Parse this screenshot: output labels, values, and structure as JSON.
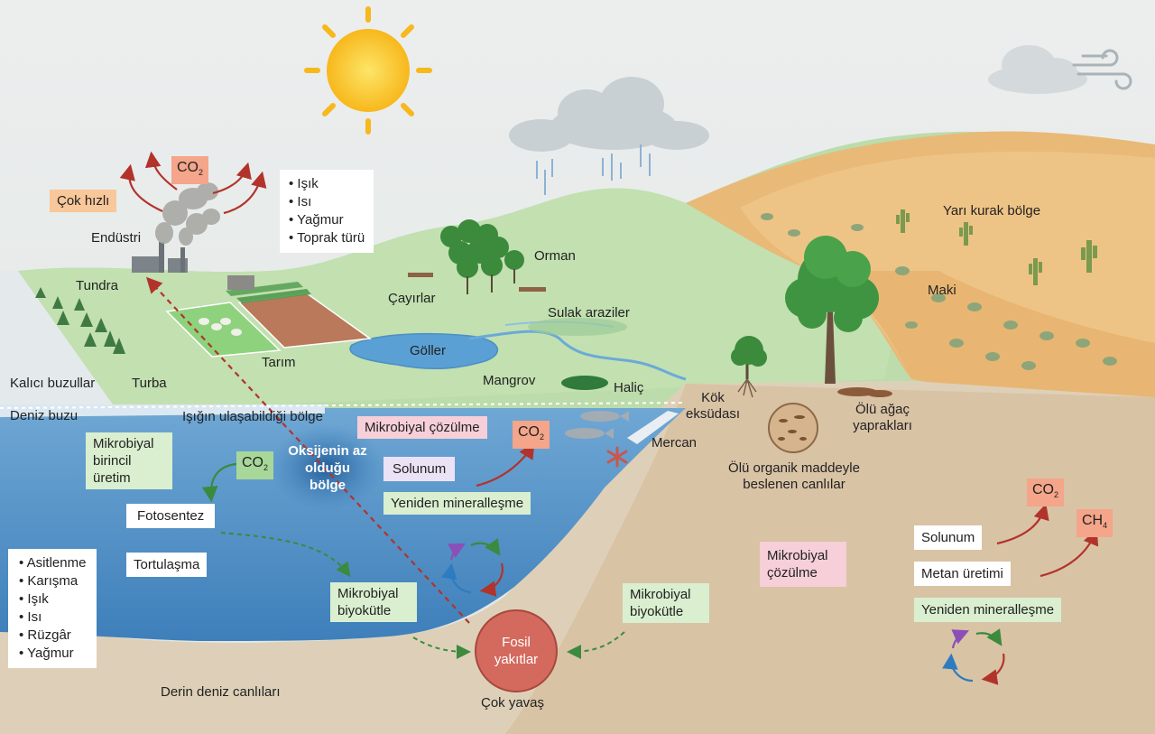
{
  "colors": {
    "sky": "#e6ebec",
    "land_green": "#b8d9a8",
    "semi_arid": "#e9b978",
    "ocean": "#4f8fc4",
    "seabed": "#d9c3a5",
    "co2_box": "#f4a58a",
    "arrow_red": "#b2332b",
    "arrow_green": "#3b8a3e"
  },
  "regions": {
    "tundra": "Tundra",
    "permafrost": "Kalıcı buzullar",
    "peat": "Turba",
    "sea_ice": "Deniz buzu",
    "industry": "Endüstri",
    "agriculture": "Tarım",
    "grasslands": "Çayırlar",
    "forest": "Orman",
    "wetlands": "Sulak araziler",
    "lakes": "Göller",
    "mangrove": "Mangrov",
    "estuary": "Haliç",
    "coral": "Mercan",
    "semi_arid": "Yarı kurak bölge",
    "maquis": "Maki",
    "photic_zone": "Işığın ulaşabildiği bölge",
    "deep_sea": "Derin deniz canlıları",
    "root_exudate": "Kök eksüdası",
    "dead_leaves": "Ölü ağaç yaprakları",
    "detritivores": "Ölü organik maddeyle beslenen canlılar"
  },
  "boxes": {
    "very_fast": "Çok hızlı",
    "co2": "CO",
    "ch4": "CH",
    "co2_sub": "2",
    "ch4_sub": "4",
    "factors_land": [
      "Işık",
      "Isı",
      "Yağmur",
      "Toprak türü"
    ],
    "factors_sea": [
      "Asitlenme",
      "Karışma",
      "Işık",
      "Isı",
      "Rüzgâr",
      "Yağmur"
    ],
    "primary_production": "Mikrobiyal birincil üretim",
    "photosynthesis": "Fotosentez",
    "sedimentation": "Tortulaşma",
    "microbial_biomass": "Mikrobiyal biyokütle",
    "microbial_decomposition": "Mikrobiyal çözülme",
    "respiration": "Solunum",
    "remineralization": "Yeniden mineralleşme",
    "methanogenesis": "Metan üretimi",
    "low_oxygen": "Oksijenin az olduğu bölge",
    "fossil_fuels": "Fosil yakıtlar",
    "very_slow": "Çok yavaş"
  }
}
